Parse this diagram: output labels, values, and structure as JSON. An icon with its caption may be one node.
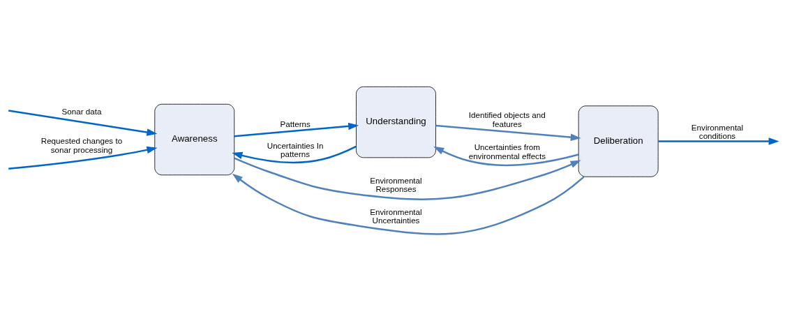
{
  "diagram": {
    "nodes": [
      {
        "text": [
          "Awareness"
        ]
      },
      {
        "text": [
          "Understanding"
        ]
      },
      {
        "text": [
          "Deliberation"
        ]
      }
    ],
    "edges": [
      {
        "from": null,
        "to": 0,
        "arrow": "to",
        "label": "Sonar data"
      },
      {
        "from": null,
        "to": 0,
        "arrow": "to",
        "label": "Requested changes to sonar processing"
      },
      {
        "from": 0,
        "to": 1,
        "arrow": "to",
        "label": "Patterns"
      },
      {
        "from": 1,
        "to": 2,
        "arrow": "to",
        "label": "Identified objects and features",
        "color": "#4f81bd"
      },
      {
        "from": 2,
        "to": 1,
        "arrow": "to",
        "label": "Uncertainties from environmental effects",
        "color": "#4f81bd"
      },
      {
        "from": 1,
        "to": 0,
        "arrow": "to",
        "label": "Uncertainties In patterns"
      },
      {
        "from": 0,
        "to": 2,
        "arrow": "to",
        "label": "Environmental Responses",
        "color": "#4f81bd"
      },
      {
        "from": 2,
        "to": 0,
        "arrow": "to",
        "label": "Environmental Uncertainties",
        "color": "#4f81bd"
      },
      {
        "from": 2,
        "to": null,
        "arrow": "to",
        "label": "Environmental conditions"
      }
    ]
  }
}
